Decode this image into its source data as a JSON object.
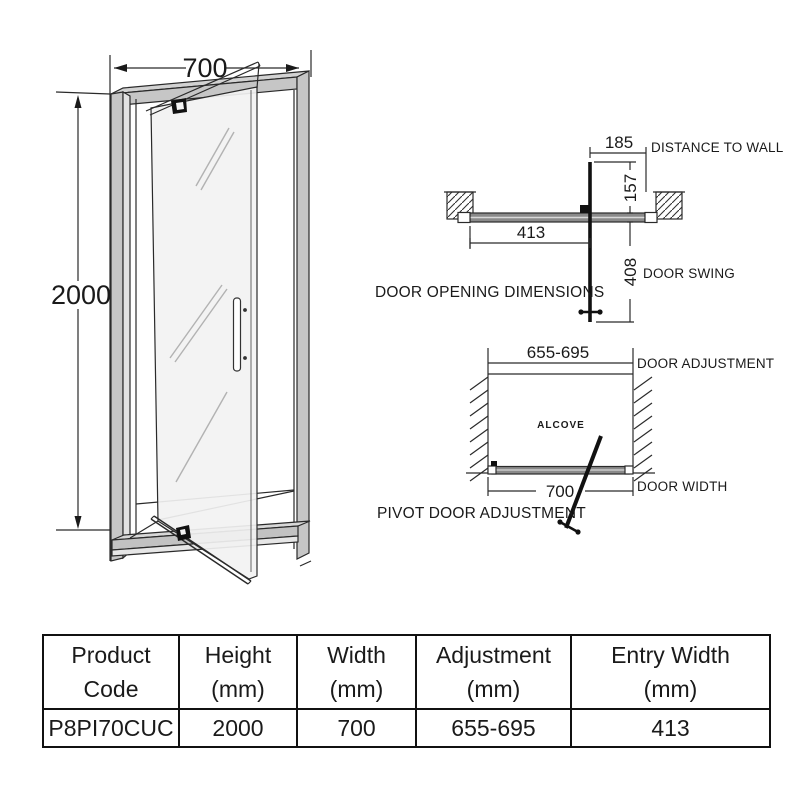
{
  "diagram": {
    "front_view": {
      "width": "700",
      "height": "2000"
    },
    "opening_view": {
      "title": "DOOR OPENING DIMENSIONS",
      "distance_to_wall": "185",
      "distance_to_wall_label": "DISTANCE TO WALL",
      "door_top_depth": "157",
      "entry_width": "413",
      "door_swing": "408",
      "door_swing_label": "DOOR SWING"
    },
    "adjustment_view": {
      "title": "PIVOT DOOR ADJUSTMENT",
      "adjustment_range": "655-695",
      "adjustment_label": "DOOR ADJUSTMENT",
      "alcove_label": "ALCOVE",
      "door_width": "700",
      "door_width_label": "DOOR WIDTH"
    }
  },
  "table": {
    "headers": [
      {
        "line1": "Product",
        "line2": "Code"
      },
      {
        "line1": "Height",
        "line2": "(mm)"
      },
      {
        "line1": "Width",
        "line2": "(mm)"
      },
      {
        "line1": "Adjustment",
        "line2": "(mm)"
      },
      {
        "line1": "Entry Width",
        "line2": "(mm)"
      }
    ],
    "row": [
      "P8PI70CUC",
      "2000",
      "700",
      "655-695",
      "413"
    ]
  },
  "colors": {
    "line": "#1a1a1a",
    "frame_gray": "#c6c6c6",
    "frame_light": "#e0e0e0",
    "glass": "#f2f2f2",
    "track_gray": "#8a8a8a"
  }
}
